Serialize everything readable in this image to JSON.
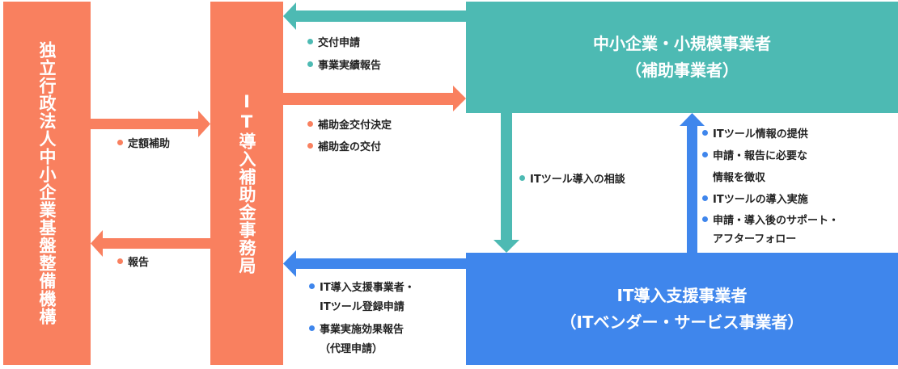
{
  "colors": {
    "orange": "#F9805F",
    "teal": "#4DBAB3",
    "blue": "#3F86EC"
  },
  "nodes": {
    "smrj": {
      "line1": "独立行政法人",
      "line2": "中小企業基盤整備機構"
    },
    "office": {
      "title": "IT導入補助金事務局"
    },
    "sme": {
      "line1": "中小企業・小規模事業者",
      "line2": "（補助事業者）"
    },
    "vendor": {
      "line1": "IT導入支援事業者",
      "line2": "（ITベンダー・サービス事業者）"
    }
  },
  "flows": {
    "subsidy": [
      "定額補助"
    ],
    "report": [
      "報告"
    ],
    "application": [
      "交付申請",
      "事業実績報告"
    ],
    "decision": [
      "補助金交付決定",
      "補助金の交付"
    ],
    "vendor_to_office": [
      "IT導入支援事業者・",
      "ITツール登録申請",
      "事業実施効果報告",
      "（代理申請）"
    ],
    "consult": [
      "ITツール導入の相談"
    ],
    "vendor_to_sme": [
      "ITツール情報の提供",
      "申請・報告に必要な",
      "情報を徴収",
      "ITツールの導入実施",
      "申請・導入後のサポート・",
      "アフターフォロー"
    ]
  }
}
